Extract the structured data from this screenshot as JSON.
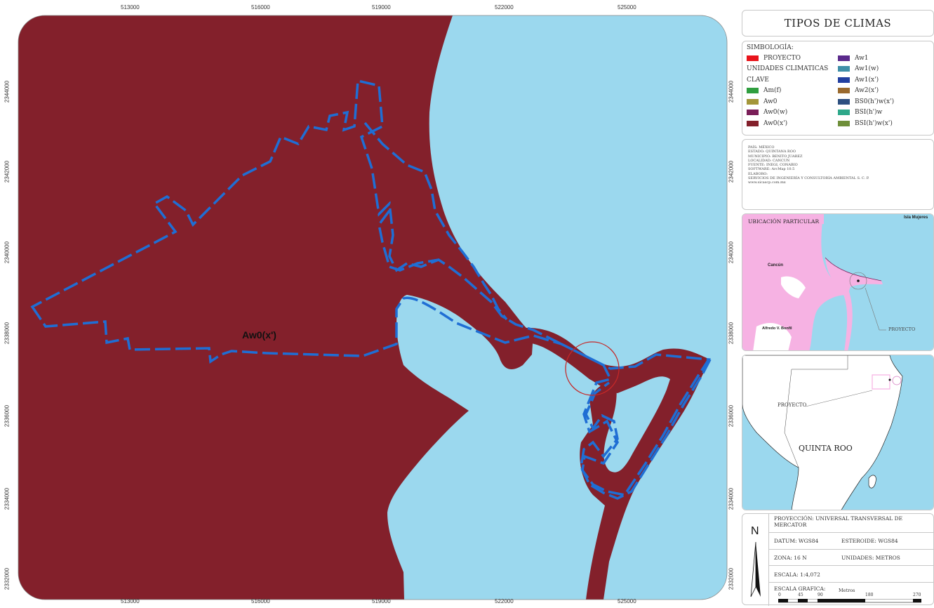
{
  "map": {
    "x_ticks": [
      "513000",
      "516000",
      "519000",
      "522000",
      "525000"
    ],
    "y_ticks": [
      "2344000",
      "2342000",
      "2340000",
      "2338000",
      "2336000",
      "2334000",
      "2332000"
    ],
    "zone_label": "Aw0(x')",
    "colors": {
      "land": "#83202b",
      "water": "#9bd8ee",
      "boundary": "#1f6ed4",
      "project_circle": "#c62828"
    }
  },
  "title": "TIPOS DE CLIMAS",
  "legend": {
    "heading": "SIMBOLOGÍA:",
    "project": {
      "label": "PROYECTO",
      "color": "#e8141b"
    },
    "units_label": "UNIDADES CLIMATICAS",
    "key_label": "CLAVE",
    "left_items": [
      {
        "label": "Am(f)",
        "color": "#2f9e3f"
      },
      {
        "label": "Aw0",
        "color": "#a3963a"
      },
      {
        "label": "Aw0(w)",
        "color": "#7a1e58"
      },
      {
        "label": "Aw0(x')",
        "color": "#83202b"
      }
    ],
    "right_items": [
      {
        "label": "Aw1",
        "color": "#5b2a8c"
      },
      {
        "label": "Aw1(w)",
        "color": "#3f8fa8"
      },
      {
        "label": "Aw1(x')",
        "color": "#2340a0"
      },
      {
        "label": "Aw2(x')",
        "color": "#9a6a2e"
      },
      {
        "label": "BS0(h')w(x')",
        "color": "#2d4f80"
      },
      {
        "label": "BSI(h')w",
        "color": "#2ea88a"
      },
      {
        "label": "BSI(h')w(x')",
        "color": "#6f8f3a"
      }
    ]
  },
  "info_lines": [
    "PAÍS: MÉXICO",
    "ESTADO: QUINTANA ROO",
    "MUNICIPIO: BENITO JUAREZ",
    "LOCALIDAD: CANCUN",
    "FUENTE: INEGI, CONABIO",
    "SOFTWARE: ArcMap 10.5",
    "ELABORO:",
    "SERVICIOS DE INGENIERÍA Y CONSULTORÍA AMBIENTAL S. C. P.",
    "www.sicascp.com.mx"
  ],
  "location_map": {
    "heading": "UBICACIÓN PARTICULAR",
    "labels": {
      "isla": "Isla Mujeres",
      "cancun": "Cancún",
      "bonfil": "Alfredo V. Bonfil",
      "project": "PROYECTO"
    }
  },
  "regional_map": {
    "project": "PROYECTO",
    "state": "QUINTA ROO"
  },
  "meta": {
    "north": "N",
    "projection": "PROYECCIÓN: UNIVERSAL TRANSVERSAL DE MERCATOR",
    "datum": "DATUM: WGS84",
    "ellipsoid": "ESTEROIDE: WGS84",
    "zone": "ZONA: 16 N",
    "units": "UNIDADES: METROS",
    "scale": "ESCALA:   1:4,072",
    "graphic_scale": "ESCALA GRAFICA:",
    "meters": "Metros",
    "scale_ticks": [
      "0",
      "45",
      "90",
      "180",
      "270"
    ]
  }
}
